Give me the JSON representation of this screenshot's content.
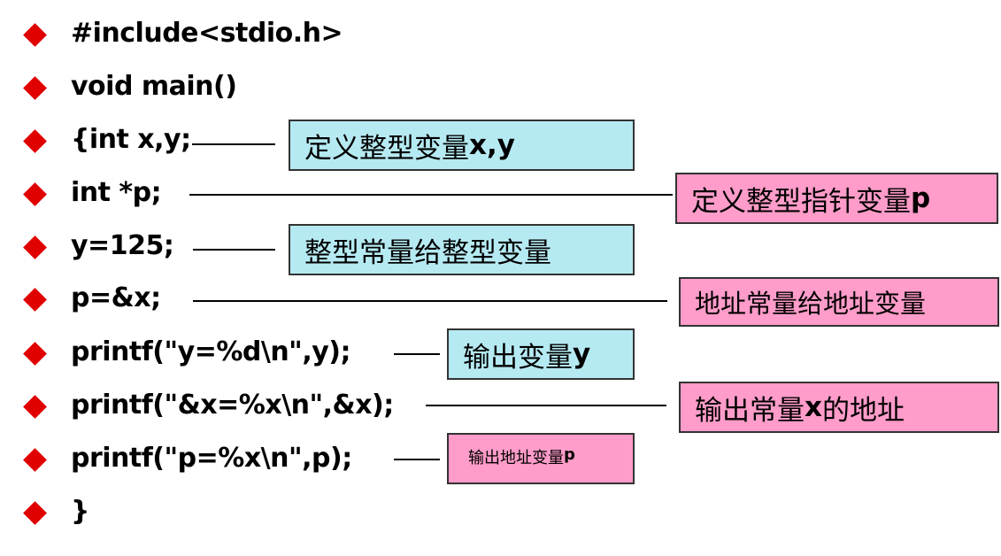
{
  "code_lines": [
    "#include<stdio.h>",
    "void main()",
    "{int x,y;",
    "int *p;",
    "y=125;",
    "p=&x;",
    "printf(\"y=%d\\n\",y);",
    "printf(\"&x=%x\\n\",&x);",
    "printf(\"p=%x\\n\",p);",
    "}"
  ],
  "notes": {
    "define_int_vars": {
      "text": "定义整型变量",
      "var": "x,y"
    },
    "define_int_pointer": {
      "text": "定义整型指针变量",
      "var": "p"
    },
    "const_to_int_var": {
      "text": "整型常量给整型变量"
    },
    "addr_const_to_addr_var": {
      "text": "地址常量给地址变量"
    },
    "output_var": {
      "text": "输出变量",
      "var": "y"
    },
    "output_const_addr": {
      "text": "输出常量",
      "var": "x",
      "suffix": "的地址"
    },
    "output_addr_var": {
      "text": "输出地址变量",
      "var": "p"
    }
  },
  "colors": {
    "bullet": "#e00000",
    "cyan_box": "#b6eaf2",
    "pink_box": "#ff9cc9"
  }
}
